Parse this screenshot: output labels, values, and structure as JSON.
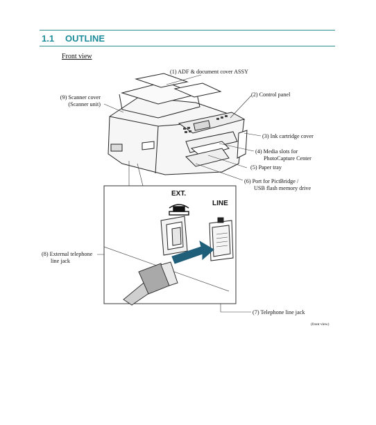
{
  "section": {
    "number": "1.1",
    "title": "OUTLINE"
  },
  "subheading": "Front view",
  "callouts": [
    {
      "id": "1",
      "lines": [
        "(1) ADF & document cover ASSY"
      ]
    },
    {
      "id": "2",
      "lines": [
        "(2) Control panel"
      ]
    },
    {
      "id": "3",
      "lines": [
        "(3) Ink cartridge cover"
      ]
    },
    {
      "id": "4",
      "lines": [
        "(4) Media slots for",
        "PhotoCapture Center"
      ]
    },
    {
      "id": "5",
      "lines": [
        "(5) Paper tray"
      ]
    },
    {
      "id": "6",
      "lines": [
        "(6)  Port for PictBridge /",
        "USB flash memory drive"
      ]
    },
    {
      "id": "7",
      "lines": [
        "(7) Telephone line jack"
      ]
    },
    {
      "id": "8",
      "lines": [
        "(8) External telephone",
        "line jack"
      ]
    },
    {
      "id": "9",
      "lines": [
        "(9) Scanner cover",
        "(Scanner unit)"
      ]
    }
  ],
  "jack_labels": {
    "ext": "EXT.",
    "line": "LINE"
  },
  "footnote": "(front view)",
  "colors": {
    "heading": "#1e8d9b",
    "rule": "#2f8f8f",
    "arrow": "#1f5f7a"
  }
}
